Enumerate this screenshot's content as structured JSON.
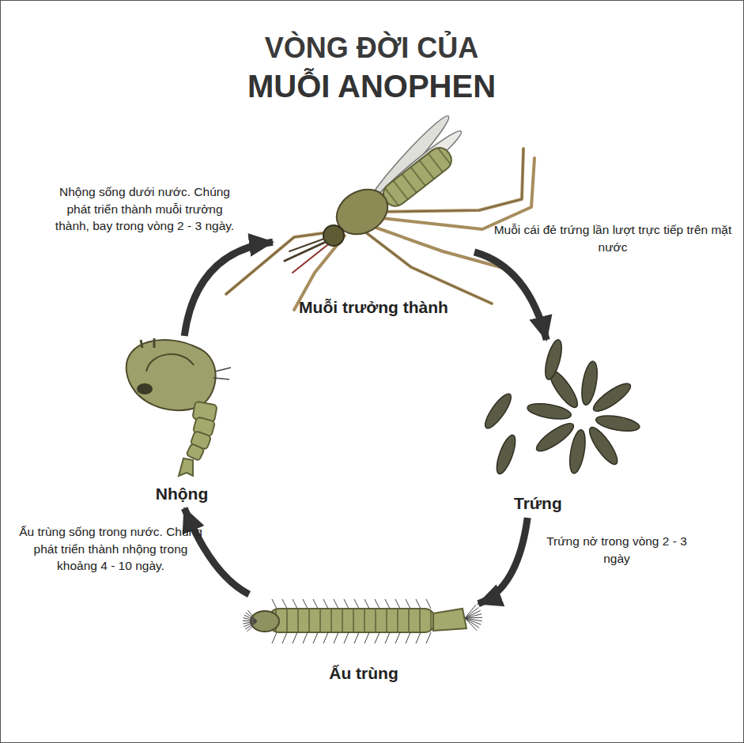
{
  "diagram": {
    "title": "VÒNG ĐỜI CỦA MUỖI ANOPHEN",
    "nodes": [
      {
        "text": [
          "Muỗi trưởng thành"
        ]
      },
      {
        "text": [
          "Trứng"
        ]
      },
      {
        "text": [
          "Ấu trùng"
        ]
      },
      {
        "text": [
          "Nhộng"
        ]
      }
    ],
    "edges": [
      {
        "from": 0,
        "to": 1,
        "arrow": "to",
        "label": "Muỗi cái đẻ trứng lần lượt trực tiếp trên mặt nước"
      },
      {
        "from": 1,
        "to": 2,
        "arrow": "to",
        "label": "Trứng nở trong vòng 2 - 3 ngày"
      },
      {
        "from": 2,
        "to": 3,
        "arrow": "to",
        "label": "Ấu trùng sống trong nước. Chúng phát triển thành nhộng trong khoảng 4 - 10 ngày."
      },
      {
        "from": 3,
        "to": 0,
        "arrow": "to",
        "label": "Nhộng sống dưới nước. Chúng phát triển thành muỗi trưởng thành, bay trong vòng 2 - 3 ngày."
      }
    ]
  }
}
